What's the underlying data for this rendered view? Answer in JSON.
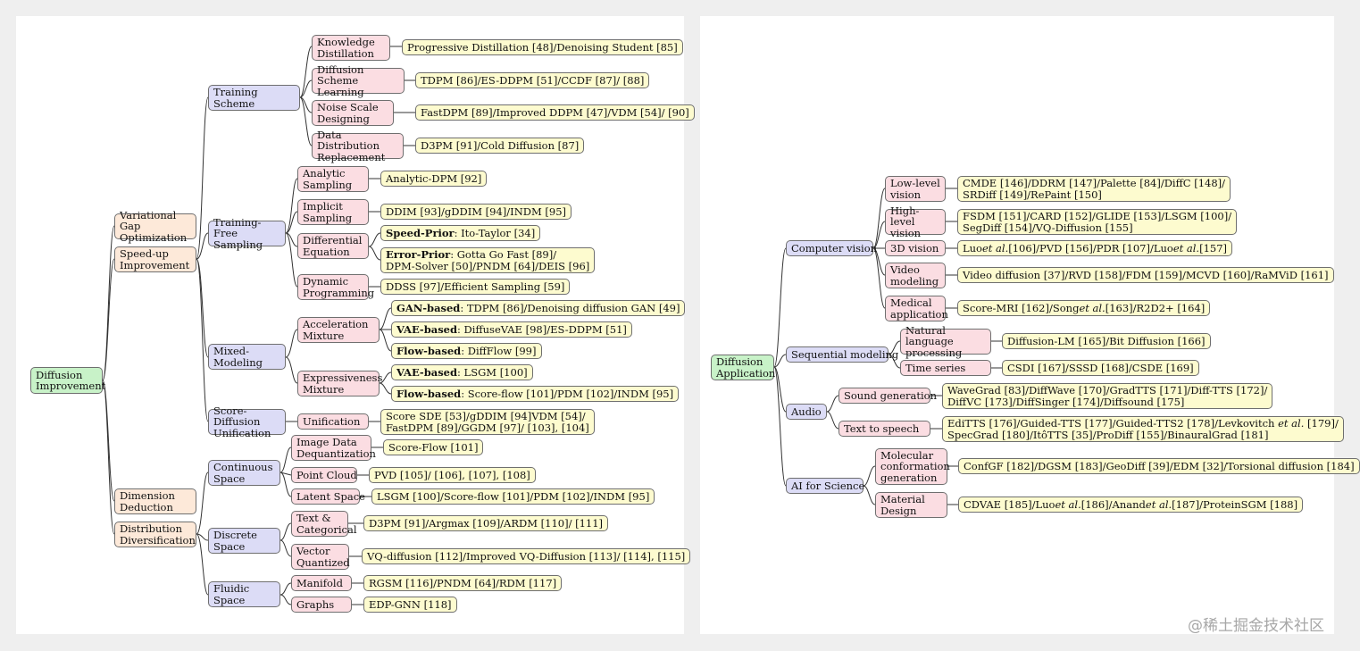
{
  "diagram": {
    "left_tree": {
      "root": "Diffusion Improvement",
      "branches": [
        "Variational Gap Optimization",
        "Speed-up Improvement",
        "Dimension Deduction",
        "Distribution Diversification"
      ],
      "speedup": {
        "training_scheme": {
          "label": "Training Scheme",
          "items": [
            {
              "label": "Knowledge Distillation",
              "refs": "Progressive Distillation [48]/Denoising Student [85]"
            },
            {
              "label": "Diffusion Scheme Learning",
              "refs": "TDPM [86]/ES-DDPM [51]/CCDF [87]/ [88]"
            },
            {
              "label": "Noise Scale Designing",
              "refs": "FastDPM [89]/Improved DDPM [47]/VDM [54]/ [90]"
            },
            {
              "label": "Data Distribution Replacement",
              "refs": "D3PM [91]/Cold Diffusion [87]"
            }
          ]
        },
        "training_free": {
          "label": "Training-Free Sampling",
          "items": [
            {
              "label": "Analytic Sampling",
              "refs": "Analytic-DPM [92]"
            },
            {
              "label": "Implicit Sampling",
              "refs": "DDIM [93]/gDDIM [94]/INDM [95]"
            },
            {
              "label": "Differential Equation",
              "refs_a_bold": "Speed-Prior",
              "refs_a": ": Ito-Taylor [34]",
              "refs_b_bold": "Error-Prior",
              "refs_b_line1": ": Gotta Go Fast [89]/",
              "refs_b_line2": "DPM-Solver [50]/PNDM [64]/DEIS [96]"
            },
            {
              "label": "Dynamic Programming",
              "refs": "DDSS [97]/Efficient Sampling [59]"
            }
          ]
        },
        "mixed": {
          "label": "Mixed- Modeling",
          "acceleration": {
            "label": "Acceleration Mixture",
            "refs": [
              {
                "bold": "GAN-based",
                "text": ": TDPM [86]/Denoising diffusion GAN [49]"
              },
              {
                "bold": "VAE-based",
                "text": ": DiffuseVAE [98]/ES-DDPM [51]"
              },
              {
                "bold": "Flow-based",
                "text": ": DiffFlow [99]"
              }
            ]
          },
          "expressiveness": {
            "label": "Expressiveness Mixture",
            "refs": [
              {
                "bold": "VAE-based",
                "text": ": LSGM [100]"
              },
              {
                "bold": "Flow-based",
                "text": ": Score-flow [101]/PDM [102]/INDM [95]"
              }
            ]
          }
        },
        "unification": {
          "label": "Score-Diffusion Unification",
          "child": "Unification",
          "refs_line1": "Score SDE [53]/gDDIM [94]VDM [54]/",
          "refs_line2": "FastDPM [89]/GGDM [97]/ [103], [104]"
        }
      },
      "distribution": {
        "continuous": {
          "label": "Continuous Space",
          "items": [
            {
              "label": "Image Data Dequantization",
              "refs": "Score-Flow [101]"
            },
            {
              "label": "Point Cloud",
              "refs": "PVD [105]/ [106], [107], [108]"
            },
            {
              "label": "Latent Space",
              "refs": "LSGM [100]/Score-flow [101]/PDM [102]/INDM [95]"
            }
          ]
        },
        "discrete": {
          "label": "Discrete Space",
          "items": [
            {
              "label": "Text & Categorical",
              "refs": "D3PM [91]/Argmax [109]/ARDM [110]/ [111]"
            },
            {
              "label": "Vector Quantized",
              "refs": "VQ-diffusion [112]/Improved VQ-Diffusion [113]/ [114], [115]"
            }
          ]
        },
        "fluidic": {
          "label": "Fluidic Space",
          "items": [
            {
              "label": "Manifold",
              "refs": "RGSM [116]/PNDM [64]/RDM [117]"
            },
            {
              "label": "Graphs",
              "refs": "EDP-GNN [118]"
            }
          ]
        }
      }
    },
    "right_tree": {
      "root": "Diffusion Application",
      "cv": {
        "label": "Computer vision",
        "items": [
          {
            "label": "Low-level vision",
            "refs_line1": "CMDE [146]/DDRM [147]/Palette [84]/DiffC [148]/",
            "refs_line2": "SRDiff [149]/RePaint [150]"
          },
          {
            "label": "High-level vision",
            "refs_line1": "FSDM [151]/CARD [152]/GLIDE [153]/LSGM [100]/",
            "refs_line2": "SegDiff [154]/VQ-Diffusion [155]"
          },
          {
            "label": "3D vision",
            "refs_p1": "Luo ",
            "refs_i1": "et al.",
            "refs_p2": " [106]/PVD [156]/PDR [107]/Luo ",
            "refs_i2": "et al.",
            "refs_p3": " [157]"
          },
          {
            "label": "Video modeling",
            "refs": "Video diffusion [37]/RVD [158]/FDM [159]/MCVD [160]/RaMViD [161]"
          },
          {
            "label": "Medical application",
            "refs_p1": "Score-MRI [162]/Song ",
            "refs_i1": "et al.",
            "refs_p2": " [163]/R2D2+ [164]"
          }
        ]
      },
      "seq": {
        "label": "Sequential modeling",
        "items": [
          {
            "label": "Natural language processing",
            "refs": "Diffusion-LM [165]/Bit Diffusion [166]"
          },
          {
            "label": "Time series",
            "refs": "CSDI [167]/SSSD [168]/CSDE [169]"
          }
        ]
      },
      "audio": {
        "label": "Audio",
        "items": [
          {
            "label": "Sound generation",
            "refs_line1": "WaveGrad [83]/DiffWave [170]/GradTTS [171]/Diff-TTS [172]/",
            "refs_line2": "DiffVC [173]/DiffSinger [174]/Diffsound [175]"
          },
          {
            "label": "Text to speech",
            "refs_p1": "EdiTTS [176]/Guided-TTS [177]/Guided-TTS2 [178]/Levkovitch ",
            "refs_i1": "et al.",
            "refs_p2": " [179]/",
            "refs_line2": "SpecGrad [180]/ItôTTS [35]/ProDiff [155]/BinauralGrad [181]"
          }
        ]
      },
      "ai": {
        "label": "AI for Science",
        "items": [
          {
            "label": "Molecular conformation generation",
            "refs": "ConfGF [182]/DGSM [183]/GeoDiff [39]/EDM [32]/Torsional diffusion [184]"
          },
          {
            "label": "Material Design",
            "refs_p1": "CDVAE [185]/Luo ",
            "refs_i1": "et al.",
            "refs_p2": " [186]/Anand ",
            "refs_i2": "et al.",
            "refs_p3": " [187]/ProteinSGM [188]"
          }
        ]
      }
    }
  },
  "watermark": "@稀土掘金技术社区",
  "colors": {
    "root": "#c8f2c8",
    "level1": "#fde9d9",
    "level2": "#dcdcf6",
    "level3": "#fbdde2",
    "refs": "#fdfbcf",
    "edge": "#333333"
  }
}
